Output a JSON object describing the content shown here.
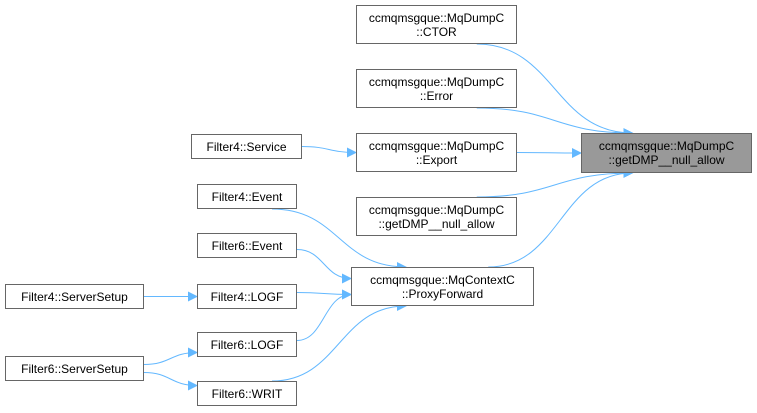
{
  "diagram": {
    "type": "call-graph",
    "edge_color": "#63b8ff",
    "focus_fill": "#999999",
    "nodes": [
      {
        "id": "target",
        "line1": "ccmqmsgque::MqDumpC",
        "line2": "::getDMP__null_allow",
        "focus": true
      },
      {
        "id": "ctor",
        "line1": "ccmqmsgque::MqDumpC",
        "line2": "::CTOR"
      },
      {
        "id": "error",
        "line1": "ccmqmsgque::MqDumpC",
        "line2": "::Error"
      },
      {
        "id": "export",
        "line1": "ccmqmsgque::MqDumpC",
        "line2": "::Export"
      },
      {
        "id": "getdmp2",
        "line1": "ccmqmsgque::MqDumpC",
        "line2": "::getDMP__null_allow"
      },
      {
        "id": "proxy",
        "line1": "ccmqmsgque::MqContextC",
        "line2": "::ProxyForward"
      },
      {
        "id": "f4service",
        "line1": "Filter4::Service"
      },
      {
        "id": "f4event",
        "line1": "Filter4::Event"
      },
      {
        "id": "f6event",
        "line1": "Filter6::Event"
      },
      {
        "id": "f4logf",
        "line1": "Filter4::LOGF"
      },
      {
        "id": "f6logf",
        "line1": "Filter6::LOGF"
      },
      {
        "id": "f6writ",
        "line1": "Filter6::WRIT"
      },
      {
        "id": "f4setup",
        "line1": "Filter4::ServerSetup"
      },
      {
        "id": "f6setup",
        "line1": "Filter6::ServerSetup"
      }
    ],
    "edges": [
      {
        "from": "ctor",
        "to": "target"
      },
      {
        "from": "error",
        "to": "target"
      },
      {
        "from": "export",
        "to": "target"
      },
      {
        "from": "getdmp2",
        "to": "target"
      },
      {
        "from": "proxy",
        "to": "target"
      },
      {
        "from": "f4service",
        "to": "export"
      },
      {
        "from": "f4event",
        "to": "proxy"
      },
      {
        "from": "f6event",
        "to": "proxy"
      },
      {
        "from": "f4logf",
        "to": "proxy"
      },
      {
        "from": "f6logf",
        "to": "proxy"
      },
      {
        "from": "f6writ",
        "to": "proxy"
      },
      {
        "from": "f4setup",
        "to": "f4logf"
      },
      {
        "from": "f6setup",
        "to": "f6logf"
      },
      {
        "from": "f6setup",
        "to": "f6writ"
      }
    ]
  }
}
